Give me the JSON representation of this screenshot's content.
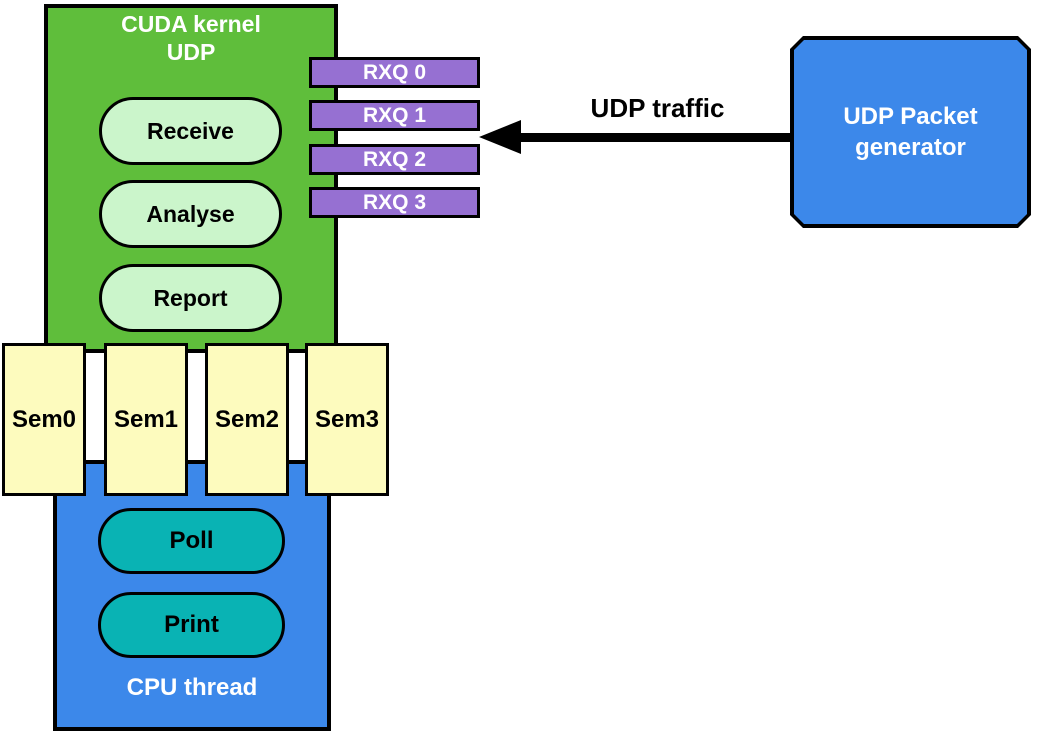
{
  "colors": {
    "kernel_green": "#5FBE3B",
    "stage_light_green": "#CBF5CB",
    "rxq_purple": "#9670D2",
    "box_blue": "#3C88EA",
    "cpu_stage_teal": "#09B3B4",
    "semaphore_yellow": "#FDFBBE",
    "border_black": "#000000",
    "text_white": "#FFFFFF"
  },
  "cuda_kernel_block": {
    "title_lines": [
      "CUDA kernel",
      "UDP"
    ],
    "stages": [
      {
        "label": "Receive"
      },
      {
        "label": "Analyse"
      },
      {
        "label": "Report"
      }
    ]
  },
  "rx_queues": [
    {
      "label": "RXQ 0"
    },
    {
      "label": "RXQ 1"
    },
    {
      "label": "RXQ 2"
    },
    {
      "label": "RXQ 3"
    }
  ],
  "udp_traffic_arrow": {
    "label": "UDP traffic",
    "direction": "right-to-left"
  },
  "packet_generator": {
    "title_lines": [
      "UDP Packet",
      "generator"
    ]
  },
  "semaphores": [
    {
      "label": "Sem0"
    },
    {
      "label": "Sem1"
    },
    {
      "label": "Sem2"
    },
    {
      "label": "Sem3"
    }
  ],
  "cpu_thread_block": {
    "title": "CPU thread",
    "stages": [
      {
        "label": "Poll"
      },
      {
        "label": "Print"
      }
    ]
  }
}
